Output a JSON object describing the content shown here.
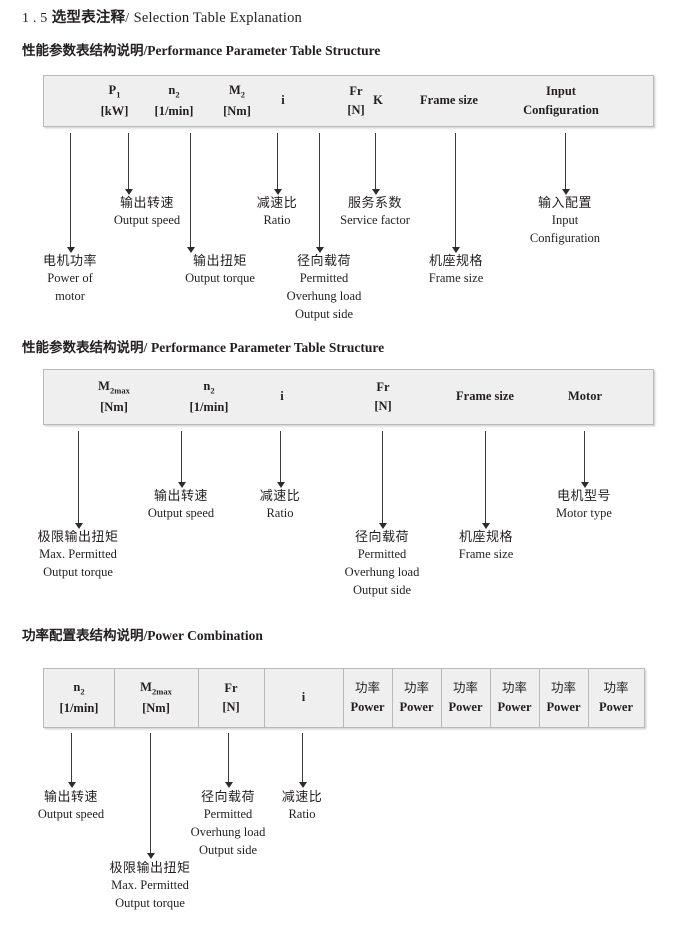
{
  "doc": {
    "section_number": "1 . 5",
    "title_cn": "选型表注释",
    "slash": "/",
    "title_en": "Selection Table Explanation"
  },
  "sections": [
    {
      "heading_cn": "性能参数表结构说明",
      "heading_sep": "/",
      "heading_en": "Performance Parameter Table Structure",
      "table": {
        "name": "performance-parameter-table-1",
        "columns": [
          {
            "line1": "P",
            "sub1": "1",
            "line2": "[kW]"
          },
          {
            "line1": "n",
            "sub1": "2",
            "line2": "[1/min]"
          },
          {
            "line1": "M",
            "sub1": "2",
            "line2": "[Nm]"
          },
          {
            "line1": "i",
            "sub1": "",
            "line2": ""
          },
          {
            "line1": "Fr",
            "sub1": "",
            "line2": "[N]"
          },
          {
            "line1": "K",
            "sub1": "",
            "line2": ""
          },
          {
            "line1": "Frame size",
            "sub1": "",
            "line2": ""
          },
          {
            "line1": "Input",
            "sub1": "",
            "line2": "Configuration"
          }
        ]
      },
      "annotations": [
        {
          "cn": "电机功率",
          "en1": "Power of",
          "en2": "motor",
          "en3": "",
          "en4": ""
        },
        {
          "cn": "输出转速",
          "en1": "Output speed",
          "en2": "",
          "en3": "",
          "en4": ""
        },
        {
          "cn": "输出扭矩",
          "en1": "Output torque",
          "en2": "",
          "en3": "",
          "en4": ""
        },
        {
          "cn": "减速比",
          "en1": "Ratio",
          "en2": "",
          "en3": "",
          "en4": ""
        },
        {
          "cn": "径向载荷",
          "en1": "Permitted",
          "en2": "Overhung load",
          "en3": "Output side",
          "en4": ""
        },
        {
          "cn": "服务系数",
          "en1": "Service factor",
          "en2": "",
          "en3": "",
          "en4": ""
        },
        {
          "cn": "机座规格",
          "en1": "Frame size",
          "en2": "",
          "en3": "",
          "en4": ""
        },
        {
          "cn": "输入配置",
          "en1": "Input",
          "en2": "Configuration",
          "en3": "",
          "en4": ""
        }
      ]
    },
    {
      "heading_cn": "性能参数表结构说明",
      "heading_sep": "/",
      "heading_en": "Performance Parameter Table Structure",
      "table": {
        "name": "performance-parameter-table-2",
        "columns": [
          {
            "line1": "M",
            "sub1": "2max",
            "line2": "[Nm]"
          },
          {
            "line1": "n",
            "sub1": "2",
            "line2": "[1/min]"
          },
          {
            "line1": "i",
            "sub1": "",
            "line2": ""
          },
          {
            "line1": "Fr",
            "sub1": "",
            "line2": "[N]"
          },
          {
            "line1": "Frame size",
            "sub1": "",
            "line2": ""
          },
          {
            "line1": "Motor",
            "sub1": "",
            "line2": ""
          }
        ]
      },
      "annotations": [
        {
          "cn": "极限输出扭矩",
          "en1": "Max. Permitted",
          "en2": "Output  torque",
          "en3": "",
          "en4": ""
        },
        {
          "cn": "输出转速",
          "en1": "Output speed",
          "en2": "",
          "en3": "",
          "en4": ""
        },
        {
          "cn": "减速比",
          "en1": "Ratio",
          "en2": "",
          "en3": "",
          "en4": ""
        },
        {
          "cn": "径向载荷",
          "en1": "Permitted",
          "en2": "Overhung load",
          "en3": "Output side",
          "en4": ""
        },
        {
          "cn": "机座规格",
          "en1": "Frame size",
          "en2": "",
          "en3": "",
          "en4": ""
        },
        {
          "cn": "电机型号",
          "en1": "Motor type",
          "en2": "",
          "en3": "",
          "en4": ""
        }
      ]
    },
    {
      "heading_cn": "功率配置表结构说明",
      "heading_sep": "/",
      "heading_en": "Power Combination",
      "table": {
        "name": "power-combination-table",
        "columns": [
          {
            "line1": "n",
            "sub1": "2",
            "line2": "[1/min]"
          },
          {
            "line1": "M",
            "sub1": "2max",
            "line2": "[Nm]"
          },
          {
            "line1": "Fr",
            "sub1": "",
            "line2": "[N]"
          },
          {
            "line1": "i",
            "sub1": "",
            "line2": ""
          },
          {
            "line1": "功率",
            "sub1": "",
            "line2": "Power"
          },
          {
            "line1": "功率",
            "sub1": "",
            "line2": "Power"
          },
          {
            "line1": "功率",
            "sub1": "",
            "line2": "Power"
          },
          {
            "line1": "功率",
            "sub1": "",
            "line2": "Power"
          },
          {
            "line1": "功率",
            "sub1": "",
            "line2": "Power"
          },
          {
            "line1": "功率",
            "sub1": "",
            "line2": "Power"
          }
        ]
      },
      "annotations": [
        {
          "cn": "输出转速",
          "en1": "Output speed",
          "en2": "",
          "en3": "",
          "en4": ""
        },
        {
          "cn": "极限输出扭矩",
          "en1": "Max. Permitted",
          "en2": "Output  torque",
          "en3": "",
          "en4": ""
        },
        {
          "cn": "径向载荷",
          "en1": "Permitted",
          "en2": "Overhung load",
          "en3": "Output side",
          "en4": ""
        },
        {
          "cn": "减速比",
          "en1": "Ratio",
          "en2": "",
          "en3": "",
          "en4": ""
        }
      ]
    }
  ],
  "colors": {
    "table_fill": "#efefef",
    "table_border": "#b9b9b9",
    "text": "#231f20",
    "arrow": "#2b2b2b"
  }
}
